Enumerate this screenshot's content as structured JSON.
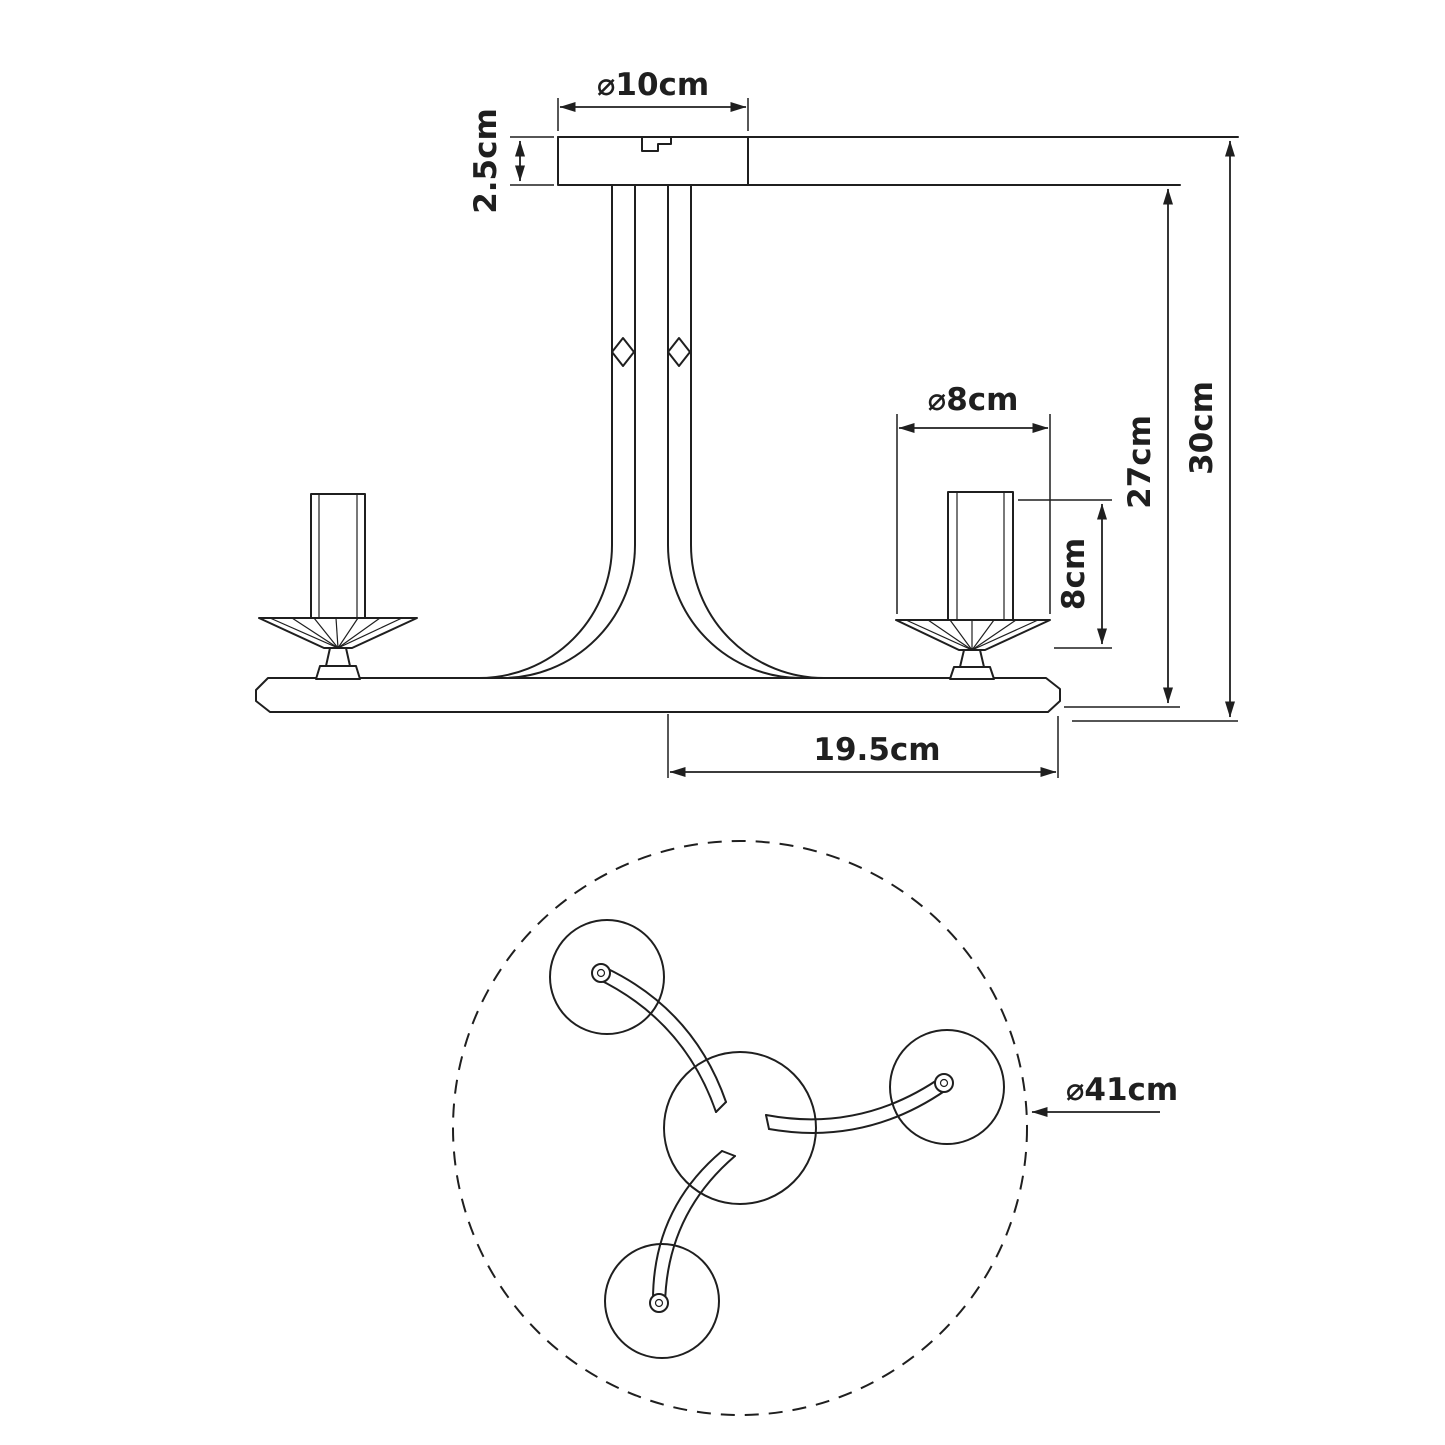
{
  "labels": {
    "plate_diameter": "⌀10cm",
    "plate_height": "2.5cm",
    "shade_diameter": "⌀8cm",
    "shade_height": "8cm",
    "height_below_ceiling_plate": "27cm",
    "total_height": "30cm",
    "arm_projection": "19.5cm",
    "overall_diameter": "⌀41cm"
  },
  "colors": {
    "line": "#1f1f1f",
    "background": "#ffffff"
  }
}
